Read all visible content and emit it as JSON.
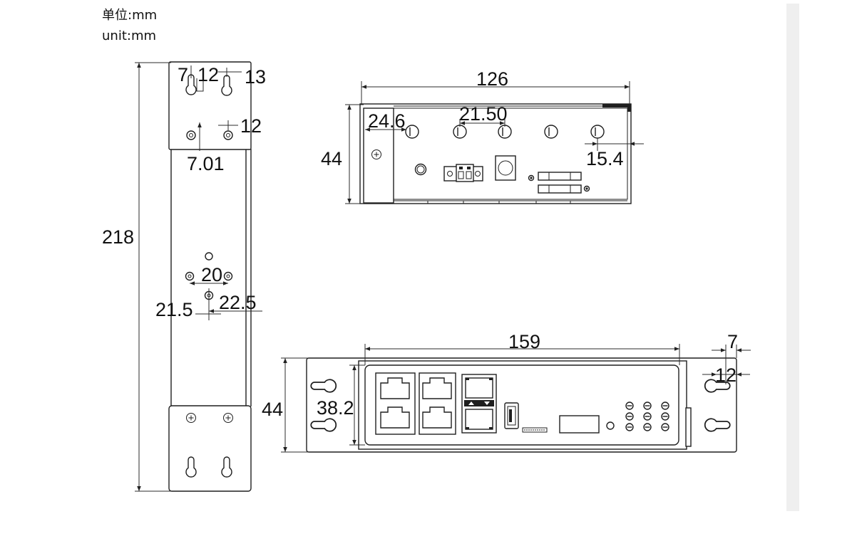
{
  "units": {
    "label_zh": "单位:mm",
    "label_en": "unit:mm"
  },
  "side_view": {
    "height": "218",
    "slot_edge": "7",
    "slot_spacing": "12",
    "slot_right": "13",
    "hole_right": "12",
    "hole_drop": "7.01",
    "hole_spacing": "20",
    "center_left": "21.5",
    "center_right": "22.5"
  },
  "rear_view": {
    "length": "126",
    "height": "44",
    "first_port": "24.6",
    "port_pitch": "21.50",
    "last_port": "15.4"
  },
  "front_view": {
    "length": "159",
    "height": "44",
    "panel_height": "38.2",
    "bracket_edge": "7",
    "slot_inset": "12"
  },
  "colors": {
    "ink": "#1f1f1f",
    "background": "#ffffff",
    "strip": "#efefef"
  }
}
